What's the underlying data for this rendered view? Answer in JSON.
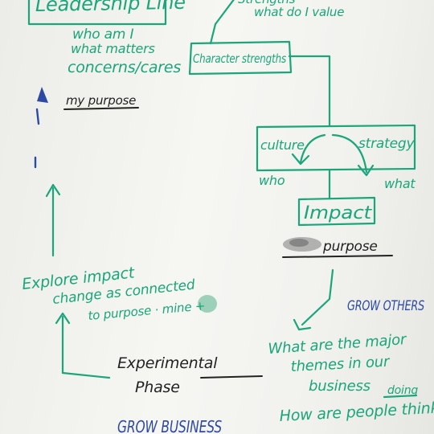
{
  "colors": {
    "green_marker": "#1aa67a",
    "blue_marker": "#2c4aa3",
    "black_marker": "#222222",
    "paper": "#f3f3f0"
  },
  "flipchart": {
    "top_box_label": "Leadership Line",
    "top_right_note": [
      "Strengths",
      "what do I value"
    ],
    "who_am_i": [
      "who am I",
      "what matters",
      "concerns/cares"
    ],
    "my_purpose": "my purpose",
    "character_strengths": "Character strengths",
    "culture": "culture",
    "strategy": "strategy",
    "who": "who",
    "what": "what",
    "impact": "Impact",
    "purpose": "purpose",
    "grow_others": "GROW OTHERS",
    "explore_impact": [
      "Explore impact",
      "change as connected",
      "to purpose · mine +"
    ],
    "experimental_phase": [
      "Experimental",
      "Phase"
    ],
    "major_themes": [
      "What are the major",
      "themes in our",
      "business"
    ],
    "people_thinking": "How are people thinking",
    "doing": "doing",
    "grow_business": "GROW BUSINESS"
  }
}
